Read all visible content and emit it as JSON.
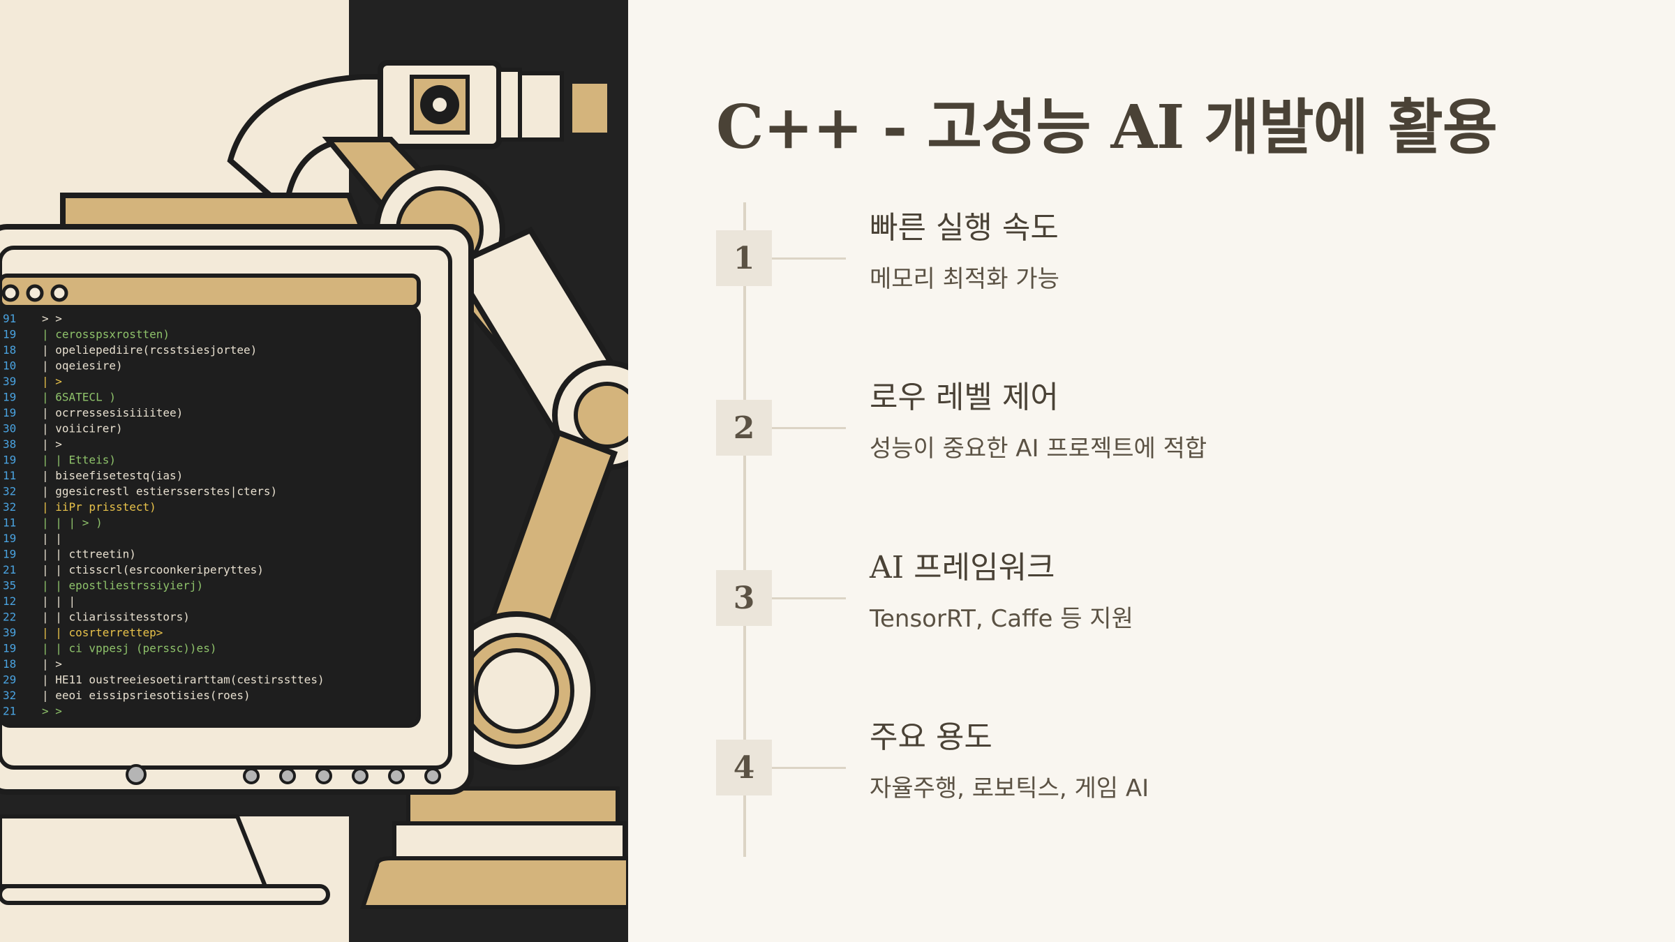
{
  "slide": {
    "title": "C++ - 고성능 AI 개발에 활용"
  },
  "steps": [
    {
      "number": "1",
      "title": "빠른 실행 속도",
      "description": "메모리 최적화 가능"
    },
    {
      "number": "2",
      "title": "로우 레벨 제어",
      "description": "성능이 중요한 AI 프로젝트에 적합"
    },
    {
      "number": "3",
      "title": "AI 프레임워크",
      "description": "TensorRT, Caffe 등 지원"
    },
    {
      "number": "4",
      "title": "주요 용도",
      "description": "자율주행, 로보틱스, 게임 AI"
    }
  ],
  "illustration": {
    "icon": "robot-arm-with-code-monitor-illustration",
    "code_lines": [
      {
        "num": "91",
        "text": "> >"
      },
      {
        "num": "19",
        "text": "| cerosspsxrostten)"
      },
      {
        "num": "18",
        "text": "| opeliepediire(rcsstsiesjortee)"
      },
      {
        "num": "10",
        "text": "| oqeiesire)"
      },
      {
        "num": "39",
        "text": "|  >"
      },
      {
        "num": "19",
        "text": "|  6SATECL )"
      },
      {
        "num": "19",
        "text": "|  ocrressesisiiiitee)"
      },
      {
        "num": "30",
        "text": "|  voiicirer)"
      },
      {
        "num": "38",
        "text": "|   >"
      },
      {
        "num": "19",
        "text": "|    | Etteis)"
      },
      {
        "num": "11",
        "text": "|    biseefisetestq(ias)"
      },
      {
        "num": "32",
        "text": "|    ggesicrestl estiersserstes|cters)"
      },
      {
        "num": "32",
        "text": "|    iiPr prisstect)"
      },
      {
        "num": "11",
        "text": "|    | | > )"
      },
      {
        "num": "19",
        "text": "|      |"
      },
      {
        "num": "19",
        "text": "|      | cttreetin)"
      },
      {
        "num": "21",
        "text": "|      | ctisscrl(esrcoonkeriperyttes)"
      },
      {
        "num": "35",
        "text": "|      | epostliestrssiyierj)"
      },
      {
        "num": "12",
        "text": "|    | |"
      },
      {
        "num": "22",
        "text": "|    | cliarissitesstors)"
      },
      {
        "num": "39",
        "text": "|    | cosrterrettep>"
      },
      {
        "num": "19",
        "text": "|    | ci vppesj (perssc))es)"
      },
      {
        "num": "18",
        "text": "|  >"
      },
      {
        "num": "29",
        "text": "| HE11  oustreeiesoetirarttam(cestirssttes)"
      },
      {
        "num": "32",
        "text": "| eeoi  eissipsriesotisies(roes)"
      },
      {
        "num": "21",
        "text": "> >"
      }
    ]
  },
  "colors": {
    "background": "#f9f6f0",
    "text": "#4a4236",
    "accent_gold": "#d4b47c",
    "cream": "#f3ead9",
    "dark": "#222222",
    "timeline": "#dcd4c5",
    "number_box": "#ebe5da"
  }
}
